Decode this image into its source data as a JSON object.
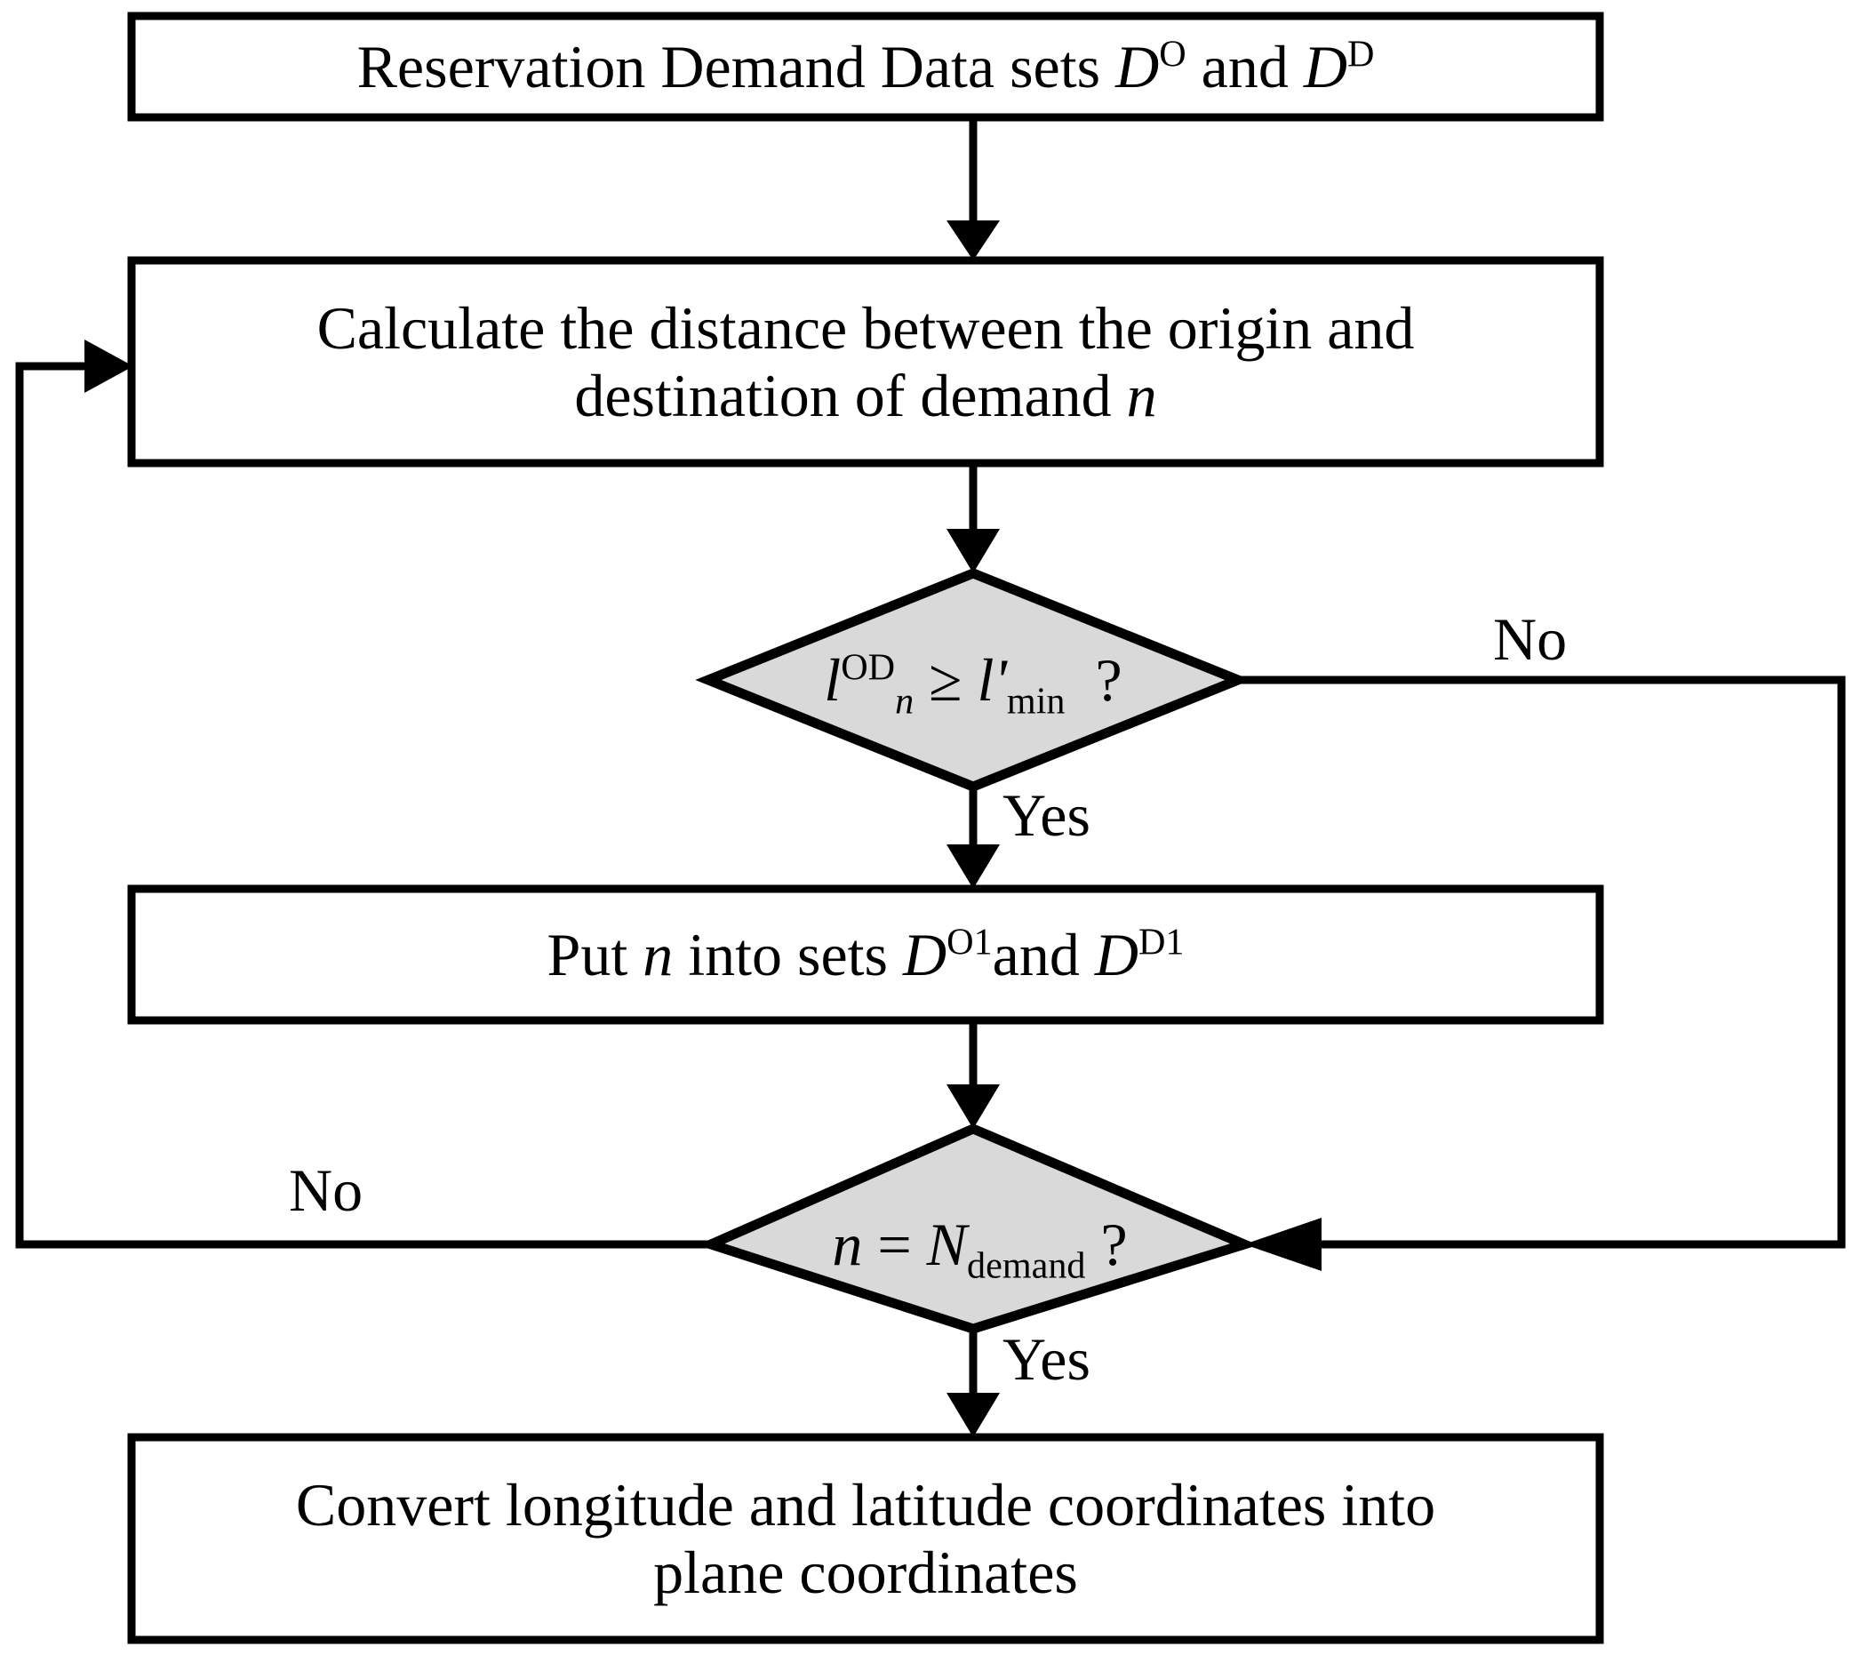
{
  "diagram": {
    "title": "Reservation demand preprocessing flowchart",
    "fill_decision": "#d9d9d9",
    "fill_process": "#ffffff",
    "stroke": "#000000",
    "background": "#ffffff"
  },
  "nodes": {
    "start_box": {
      "type": "process",
      "text": "Reservation Demand Data sets D^O and D^D",
      "line1_pre": "Reservation Demand Data sets ",
      "sym1": "D",
      "sym1_sup": "O",
      "mid": " and ",
      "sym2": "D",
      "sym2_sup": "D"
    },
    "calc_box": {
      "type": "process",
      "text": "Calculate the distance between the origin and destination of demand n",
      "line1": "Calculate the distance between the origin and",
      "line2_pre": "destination of demand ",
      "line2_var": "n"
    },
    "decision_length": {
      "type": "decision",
      "text": "l_n^OD ≥ l'_min ?",
      "lhs_var": "l",
      "lhs_sup": "OD",
      "lhs_sub": "n",
      "operator": "≥",
      "rhs_var": "l'",
      "rhs_sub": "min",
      "question": "?"
    },
    "put_box": {
      "type": "process",
      "text": "Put n into sets D^O1 and D^D1",
      "pre": "Put ",
      "var": "n",
      "mid1": " into sets ",
      "sym1": "D",
      "sym1_sup": "O1",
      "mid2": "and ",
      "sym2": "D",
      "sym2_sup": "D1"
    },
    "decision_count": {
      "type": "decision",
      "text": "n = N_demand ?",
      "lhs_var": "n",
      "operator": "=",
      "rhs_var": "N",
      "rhs_sub": "demand",
      "question": "?"
    },
    "convert_box": {
      "type": "process",
      "text": "Convert longitude and latitude coordinates into plane coordinates",
      "line1": "Convert longitude and latitude coordinates into",
      "line2": "plane coordinates"
    }
  },
  "edge_labels": {
    "no_right": "No",
    "yes_top": "Yes",
    "no_left": "No",
    "yes_bottom": "Yes"
  }
}
